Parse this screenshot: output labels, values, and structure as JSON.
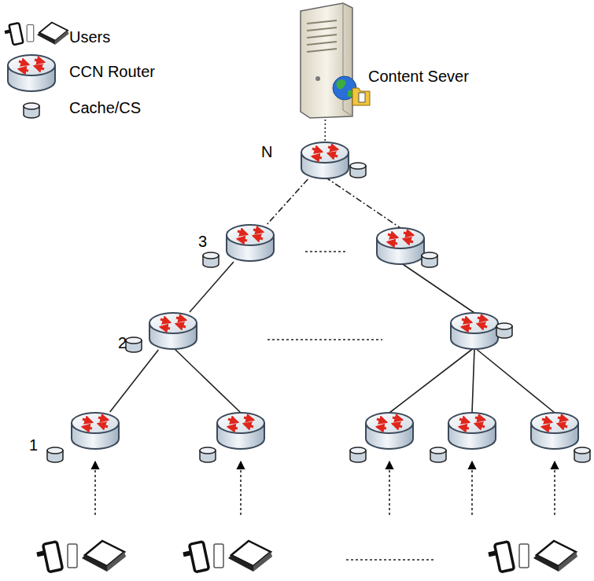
{
  "diagram": {
    "nodes": [
      {
        "text": [
          "Content Sever"
        ]
      },
      {
        "text": [
          "N"
        ]
      },
      {
        "text": [
          "3"
        ]
      },
      {
        "text": [
          "2"
        ]
      },
      {
        "text": [
          "1"
        ]
      }
    ],
    "edges": [
      {
        "from": 0,
        "to": 1,
        "arrow": "none"
      },
      {
        "from": 1,
        "to": 2,
        "arrow": "none"
      },
      {
        "from": 2,
        "to": 3,
        "arrow": "none"
      },
      {
        "from": 3,
        "to": 4,
        "arrow": "none"
      }
    ],
    "legend": [
      {
        "text": "Users"
      },
      {
        "text": "CCN Router"
      },
      {
        "text": "Cache/CS"
      }
    ]
  }
}
